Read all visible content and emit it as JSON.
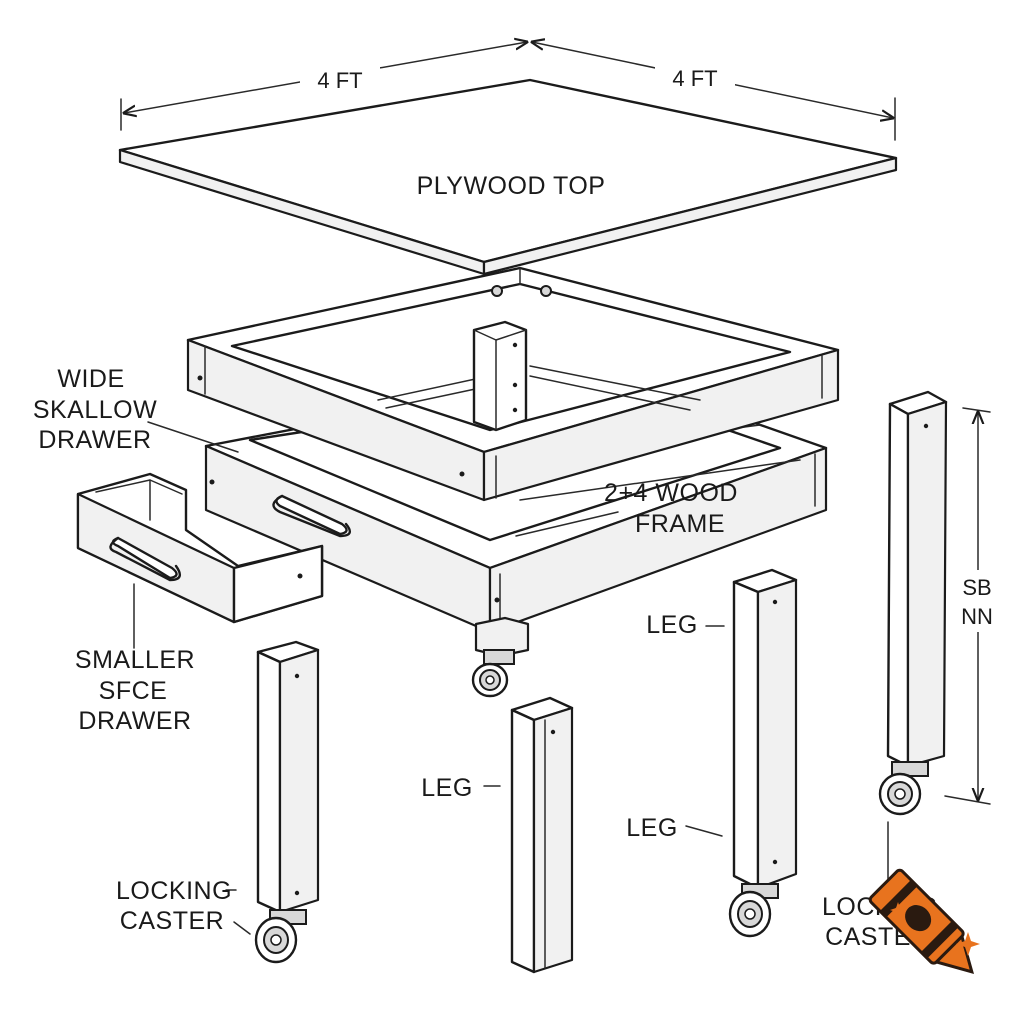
{
  "dimensions": {
    "width_left": "4 FT",
    "width_right": "4 FT",
    "height_line1": "SB",
    "height_line2": "NN"
  },
  "labels": {
    "plywood_top": "PLYWOOD TOP",
    "wide_drawer": [
      "WIDE",
      "SKALLOW",
      "DRAWER"
    ],
    "wood_frame": [
      "2+4 WOOD",
      "FRAME"
    ],
    "small_drawer": [
      "SMALLER",
      "SFCE",
      "DRAWER"
    ],
    "leg": "LEG",
    "locking_caster_left": [
      "LOCKING",
      "CASTER"
    ],
    "locking_caster_right": [
      "LOCKING",
      "CASTE"
    ]
  },
  "icons": {
    "corner_logo": "crayon-icon",
    "logo_color": "#e8731e"
  }
}
